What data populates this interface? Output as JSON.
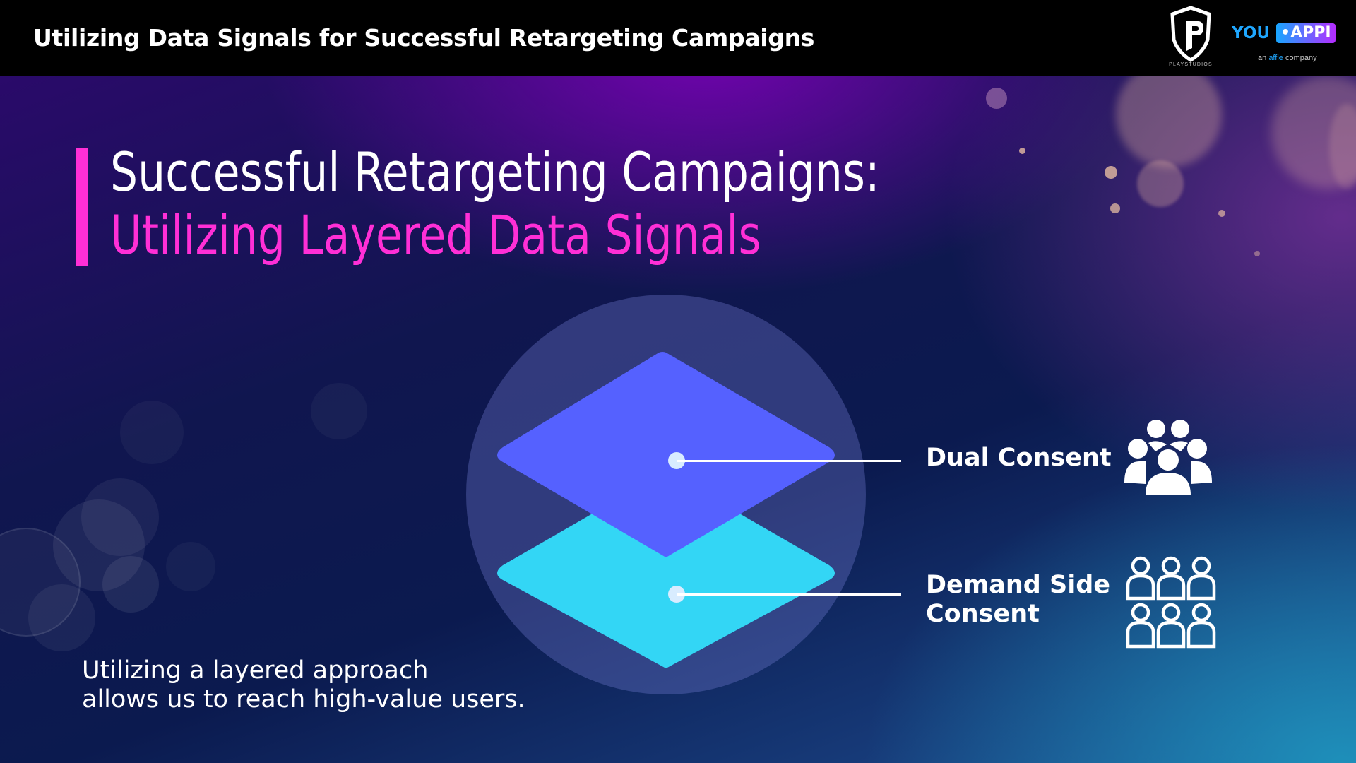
{
  "header": {
    "title": "Utilizing Data Signals for Successful Retargeting Campaigns",
    "logos": {
      "playstudios": {
        "mark": "P",
        "wordmark": "PLAYSTUDIOS"
      },
      "youappi": {
        "you": "YOU",
        "appi": "APPI",
        "tag_prefix": "an",
        "tag_brand": "affle",
        "tag_suffix": "company"
      }
    }
  },
  "slide": {
    "title_line1": "Successful Retargeting Campaigns:",
    "title_line2": "Utilizing Layered Data Signals",
    "layers": [
      {
        "label": "Dual Consent",
        "icon": "group-people-icon",
        "color": "#5561ff"
      },
      {
        "label_line1": "Demand Side",
        "label_line2": "Consent",
        "icon": "six-people-outline-icon",
        "color": "#33d6f5"
      }
    ],
    "caption_line1": "Utilizing a layered approach",
    "caption_line2": "allows us to reach high-value users."
  },
  "colors": {
    "accent_pink": "#ff2fd6",
    "layer_top": "#5561ff",
    "layer_bottom": "#33d6f5",
    "topbar": "#000000"
  }
}
